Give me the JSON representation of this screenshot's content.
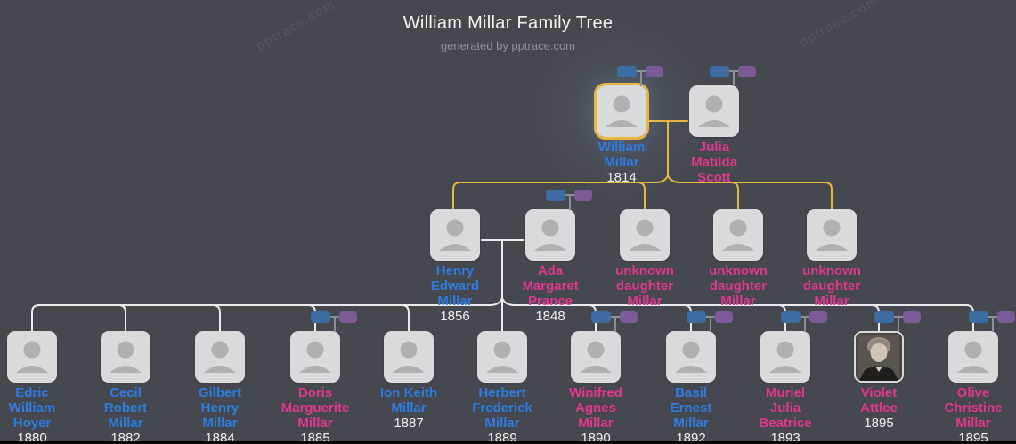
{
  "title": "William Millar Family Tree",
  "subtitle": "generated by pptrace.com",
  "watermark": "pptrace.com",
  "colors": {
    "background": "#45494f",
    "male_text": "#2e7ce2",
    "female_text": "#e0378f",
    "year_text": "#f0f2f4",
    "highlight_border": "#eab63f",
    "ancestor_line": "#eab63f",
    "descendant_line": "#e9ebee",
    "card_fill": "#d9dadb",
    "silhouette": "#aeb0b3",
    "mini_father_icon": "#3d6da3",
    "mini_mother_icon": "#7b5b97"
  },
  "generations": [
    {
      "people": [
        {
          "id": "william-millar",
          "name": "William Millar",
          "lines": [
            "William",
            "Millar"
          ],
          "year": "1814",
          "gender": "male",
          "parents_icon": true,
          "highlighted": true,
          "photo": false
        },
        {
          "id": "julia-matilda-scott",
          "name": "Julia Matilda Scott",
          "lines": [
            "Julia",
            "Matilda",
            "Scott"
          ],
          "year": null,
          "gender": "female",
          "parents_icon": true,
          "highlighted": false,
          "photo": false
        }
      ]
    },
    {
      "people": [
        {
          "id": "henry-edward-millar",
          "name": "Henry Edward Millar",
          "lines": [
            "Henry",
            "Edward",
            "Millar"
          ],
          "year": "1856",
          "gender": "male",
          "parents_icon": false,
          "highlighted": false,
          "photo": false
        },
        {
          "id": "ada-margaret-prance",
          "name": "Ada Margaret Prance",
          "lines": [
            "Ada",
            "Margaret",
            "Prance"
          ],
          "year": "1848",
          "gender": "female",
          "parents_icon": true,
          "highlighted": false,
          "photo": false
        },
        {
          "id": "unknown-daughter-1",
          "name": "unknown daughter Millar",
          "lines": [
            "unknown",
            "daughter",
            "Millar"
          ],
          "year": null,
          "gender": "female",
          "parents_icon": false,
          "highlighted": false,
          "photo": false
        },
        {
          "id": "unknown-daughter-2",
          "name": "unknown daughter Millar",
          "lines": [
            "unknown",
            "daughter",
            "Millar"
          ],
          "year": null,
          "gender": "female",
          "parents_icon": false,
          "highlighted": false,
          "photo": false
        },
        {
          "id": "unknown-daughter-3",
          "name": "unknown daughter Millar",
          "lines": [
            "unknown",
            "daughter",
            "Millar"
          ],
          "year": null,
          "gender": "female",
          "parents_icon": false,
          "highlighted": false,
          "photo": false
        }
      ]
    },
    {
      "people": [
        {
          "id": "edric-william-hoyer",
          "name": "Edric William Hoyer",
          "lines": [
            "Edric",
            "William",
            "Hoyer"
          ],
          "year": "1880",
          "gender": "male",
          "parents_icon": false,
          "highlighted": false,
          "photo": false
        },
        {
          "id": "cecil-robert-millar",
          "name": "Cecil Robert Millar",
          "lines": [
            "Cecil",
            "Robert",
            "Millar"
          ],
          "year": "1882",
          "gender": "male",
          "parents_icon": false,
          "highlighted": false,
          "photo": false
        },
        {
          "id": "gilbert-henry-millar",
          "name": "Gilbert Henry Millar",
          "lines": [
            "Gilbert",
            "Henry",
            "Millar"
          ],
          "year": "1884",
          "gender": "male",
          "parents_icon": false,
          "highlighted": false,
          "photo": false
        },
        {
          "id": "doris-marguerite-millar",
          "name": "Doris Marguerite Millar",
          "lines": [
            "Doris",
            "Marguerite",
            "Millar"
          ],
          "year": "1885",
          "gender": "female",
          "parents_icon": true,
          "highlighted": false,
          "photo": false
        },
        {
          "id": "ion-keith-millar",
          "name": "Ion Keith Millar",
          "lines": [
            "Ion Keith",
            "Millar"
          ],
          "year": "1887",
          "gender": "male",
          "parents_icon": false,
          "highlighted": false,
          "photo": false
        },
        {
          "id": "herbert-frederick-millar",
          "name": "Herbert Frederick Millar",
          "lines": [
            "Herbert",
            "Frederick",
            "Millar"
          ],
          "year": "1889",
          "gender": "male",
          "parents_icon": false,
          "highlighted": false,
          "photo": false
        },
        {
          "id": "winifred-agnes-millar",
          "name": "Winifred Agnes Millar",
          "lines": [
            "Winifred",
            "Agnes",
            "Millar"
          ],
          "year": "1890",
          "gender": "female",
          "parents_icon": true,
          "highlighted": false,
          "photo": false
        },
        {
          "id": "basil-ernest-millar",
          "name": "Basil Ernest Millar",
          "lines": [
            "Basil",
            "Ernest",
            "Millar"
          ],
          "year": "1892",
          "gender": "male",
          "parents_icon": true,
          "highlighted": false,
          "photo": false
        },
        {
          "id": "muriel-julia-beatrice",
          "name": "Muriel Julia Beatrice",
          "lines": [
            "Muriel",
            "Julia",
            "Beatrice"
          ],
          "year": "1893",
          "gender": "female",
          "parents_icon": true,
          "highlighted": false,
          "photo": false
        },
        {
          "id": "violet-attlee",
          "name": "Violet Attlee",
          "lines": [
            "Violet",
            "Attlee"
          ],
          "year": "1895",
          "gender": "female",
          "parents_icon": true,
          "highlighted": false,
          "photo": true
        },
        {
          "id": "olive-christine-millar",
          "name": "Olive Christine Millar",
          "lines": [
            "Olive",
            "Christine",
            "Millar"
          ],
          "year": "1895",
          "gender": "female",
          "parents_icon": true,
          "highlighted": false,
          "photo": false
        }
      ]
    }
  ]
}
